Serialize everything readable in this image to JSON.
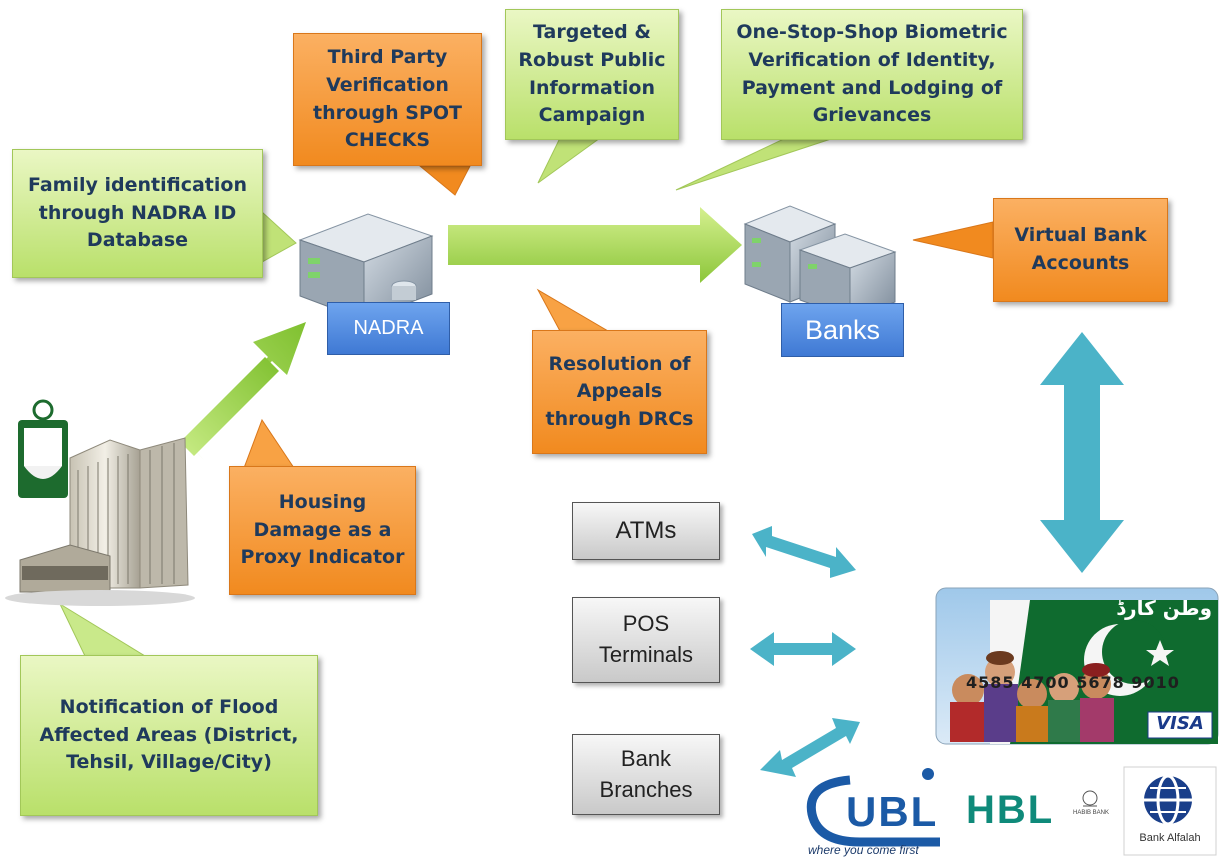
{
  "callouts": {
    "family_identification": "Family identification\nthrough NADRA ID\nDatabase",
    "third_party_verification": "Third Party\nVerification\nthrough SPOT\nCHECKS",
    "public_information": "Targeted &\nRobust Public\nInformation\nCampaign",
    "one_stop_shop": "One-Stop-Shop Biometric\nVerification of Identity,\nPayment and Lodging of\nGrievances",
    "virtual_bank_accounts": "Virtual Bank\nAccounts",
    "resolution_appeals": "Resolution of\nAppeals\nthrough DRCs",
    "housing_damage": "Housing\nDamage as a\nProxy Indicator",
    "notification_flood": "Notification of Flood\nAffected Areas (District,\nTehsil, Village/City)"
  },
  "nodes": {
    "nadra": "NADRA",
    "banks": "Banks"
  },
  "channels": {
    "atms": "ATMs",
    "pos": "POS\nTerminals",
    "branches": "Bank\nBranches"
  },
  "card": {
    "urdu_title": "وطن کارڈ",
    "number": "4585 4700 5678 9010",
    "network": "VISA"
  },
  "logos": {
    "ubl": "UBL",
    "ubl_tagline": "where you come first",
    "hbl": "HBL",
    "habib_bank": "HABIB BANK",
    "alfalah": "Bank Alfalah"
  },
  "colors": {
    "callout_green": "#c9e98a",
    "callout_orange": "#f4952e",
    "arrow_green": "#9fd44a",
    "arrow_teal": "#4bb3c8",
    "node_blue": "#4f88e0",
    "text_navy": "#1f3a5c"
  }
}
